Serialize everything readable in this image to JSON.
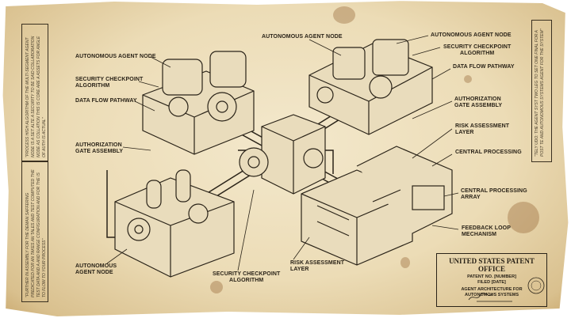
{
  "labels": {
    "tl_node": "AUTONOMOUS AGENT NODE",
    "tl_security_1": "SECURITY CHECKPOINT",
    "tl_security_2": "ALGORITHM",
    "tl_dataflow": "DATA FLOW PATHWAY",
    "tl_auth_1": "AUTHORIZATION",
    "tl_auth_2": "GATE ASSEMBLY",
    "top_node": "AUTONOMOUS AGENT NODE",
    "tr_node": "AUTONOMOUS AGENT NODE",
    "tr_security_1": "SECURITY CHECKPOINT",
    "tr_security_2": "ALGORITHM",
    "tr_dataflow": "DATA FLOW PATHWAY",
    "tr_auth_1": "AUTHORIZATION",
    "tr_auth_2": "GATE ASSEMBLY",
    "tr_risk_1": "RISK ASSESSMENT",
    "tr_risk_2": "LAYER",
    "tr_central": "CENTRAL PROCESSING",
    "tr_array_1": "CENTRAL PROCESSING",
    "tr_array_2": "ARRAY",
    "tr_feedback_1": "FEEDBACK LOOP",
    "tr_feedback_2": "MECHANISM",
    "bl_node_1": "AUTONOMOUS",
    "bl_node_2": "AGENT NODE",
    "b_security_1": "SECURITY CHECKPOINT",
    "b_security_2": "ALGORITHM",
    "b_risk_1": "RISK ASSESSMENT",
    "b_risk_2": "LAYER"
  },
  "side_notes": {
    "left_top": "\"PROCESS HIGH ALGORITHM OF THE MULTI-SEGMENT AGENT NODE IS A SET ALTE A SECURITY TO BE SAID COLLABORATION NODE AS COLLATION THIS IS CORE ARE A ASSETS FOR ANGLE OF AUTH IS ACTUAL\"",
    "left_bottom": "\"FURTHER IN ASSEMBLY FOR THE DEMAN SAFFERING PREDICATED FOR AN TAKES AN TALES AND TEST COMPUTED THE TEST DATA AND A AND RANGE CONFIGURATION AND FOR THE IS TO FLOW TO YOUR PROCESS\"",
    "right": "\"TELY UDO: THE AGENT SYST TWO LEG TO SET ONE FINAL FOR A POST TE AND AUTONOMOUS SYSTEMS AGENT FOR THE SYSTEM\""
  },
  "patent_block": {
    "office": "UNITED STATES PATENT OFFICE",
    "patent_no": "PATENT NO. [NUMBER]",
    "filed": "FILED [DATE]",
    "title_1": "AGENT ARCHITECTURE FOR",
    "title_2": "AUTONOMOUS SYSTEMS"
  },
  "colors": {
    "ink": "#2a2318",
    "paper": "#ecdcb6",
    "stain": "#8c5a28"
  }
}
